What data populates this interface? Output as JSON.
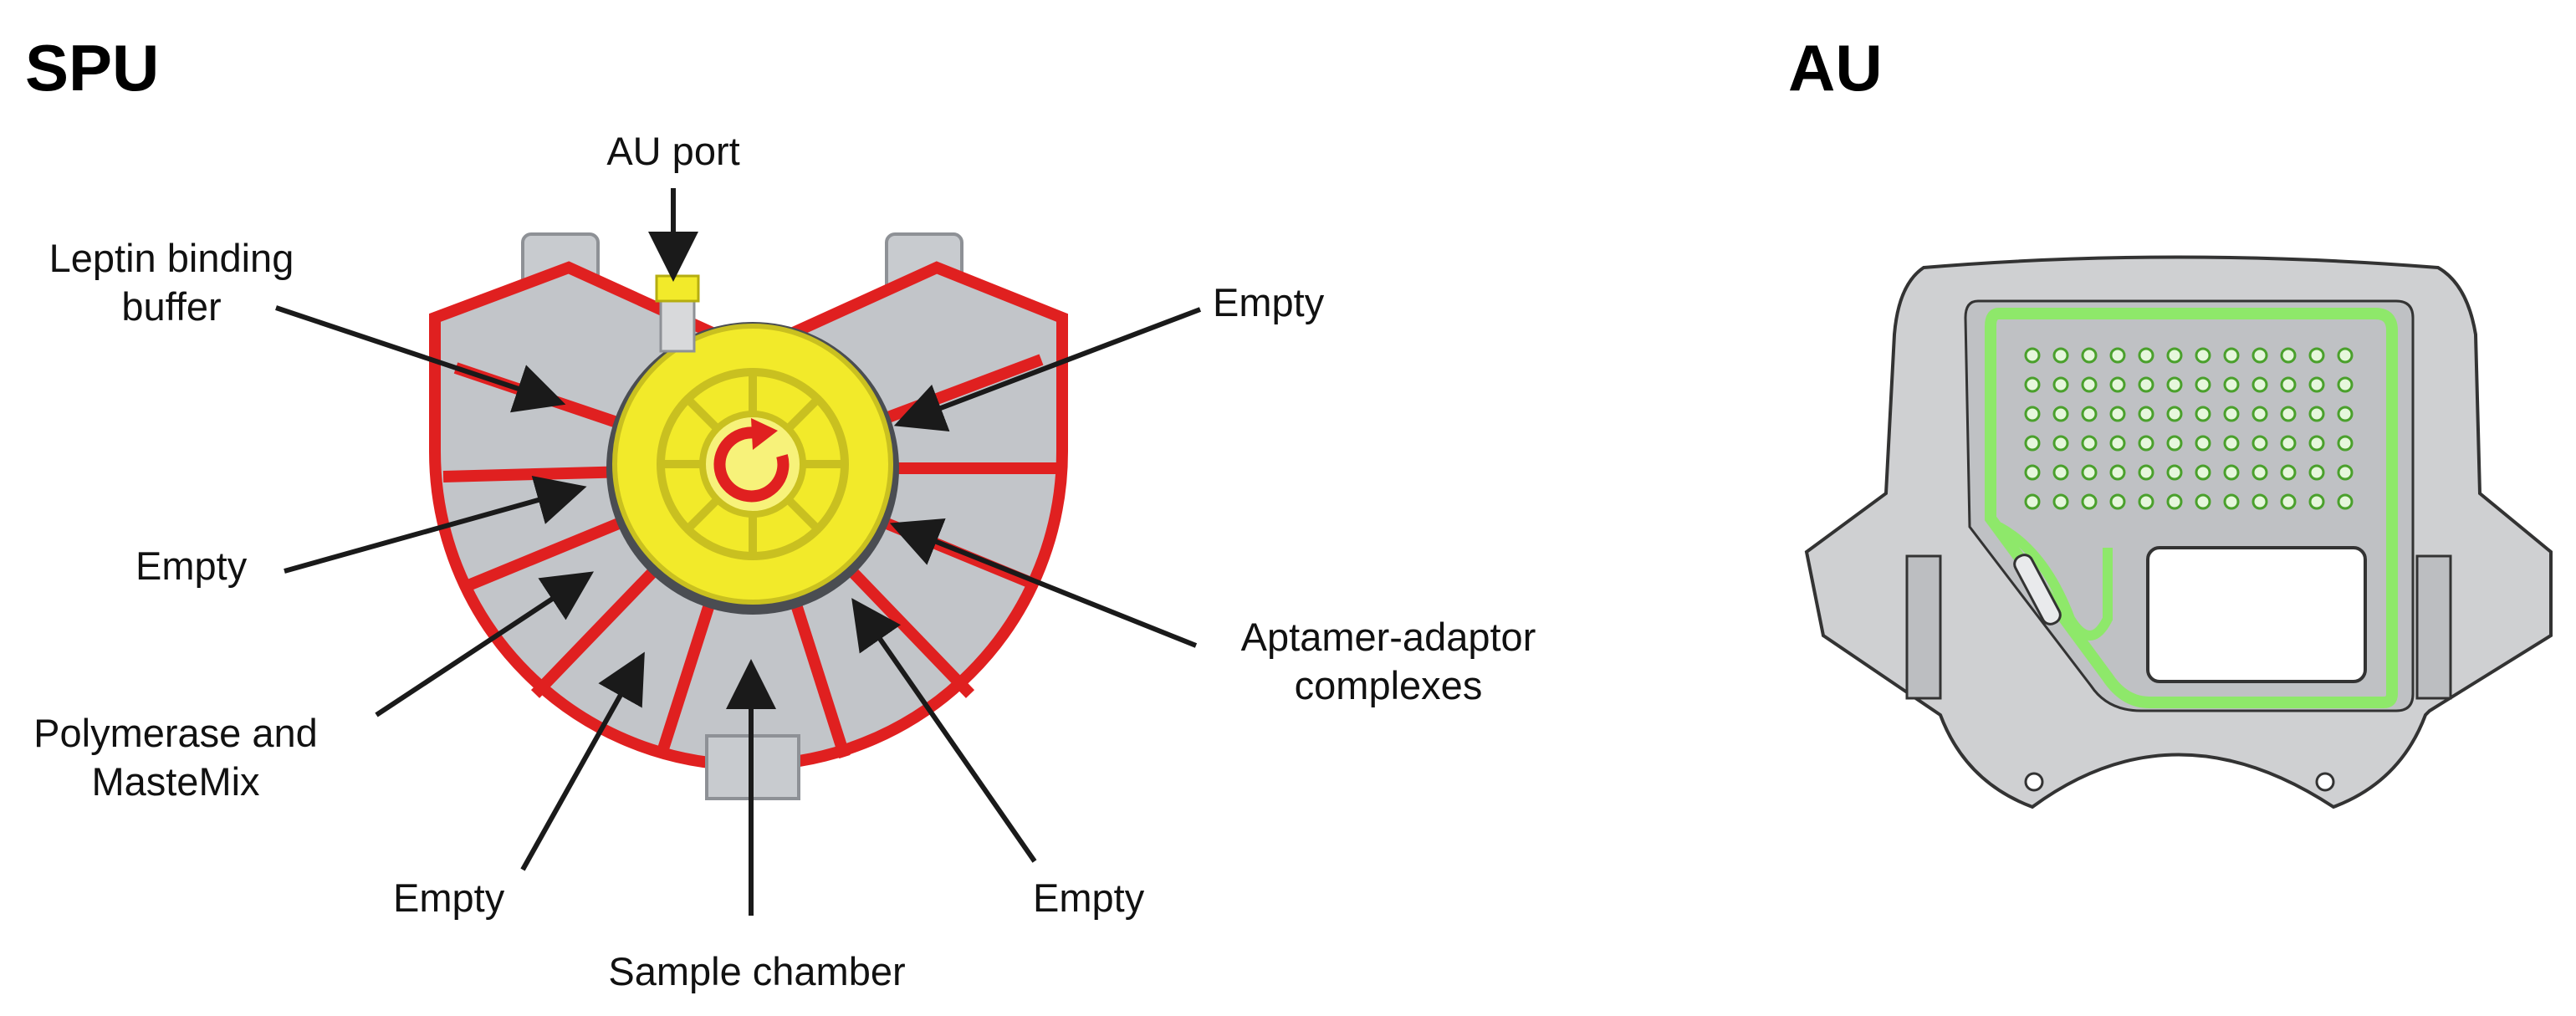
{
  "panels": {
    "spu": {
      "title": "SPU",
      "labels": {
        "au_port": "AU port",
        "leptin_buffer": "Leptin binding\nbuffer",
        "empty_top_right": "Empty",
        "empty_left": "Empty",
        "aptamer": "Aptamer-adaptor\ncomplexes",
        "polymerase": "Polymerase and\nMasteMix",
        "empty_bottom_left": "Empty",
        "sample_chamber": "Sample chamber",
        "empty_bottom_right": "Empty"
      }
    },
    "au": {
      "title": "AU"
    }
  },
  "colors": {
    "chamber_outline": "#e02020",
    "rotor": "#f2ea2a",
    "housing": "#bfc2c6",
    "au_body": "#cfd0d2",
    "au_channel": "#8ee86a",
    "arrow": "#1a1a1a"
  }
}
